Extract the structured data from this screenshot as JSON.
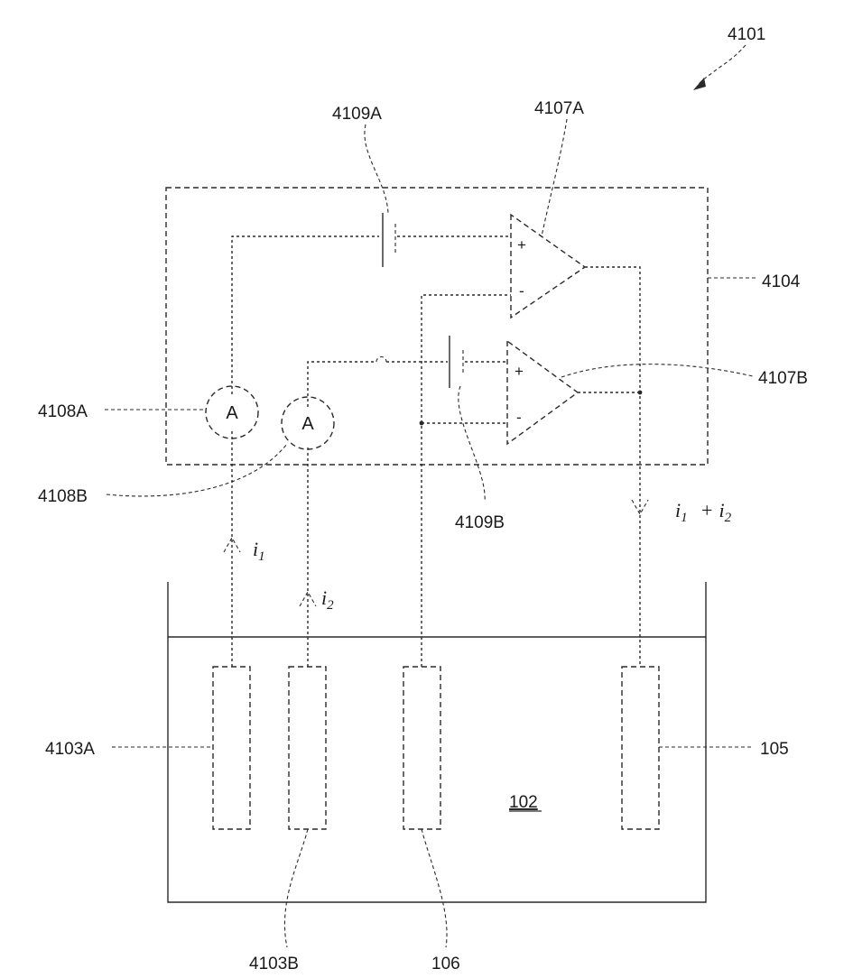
{
  "labels": {
    "device": "4101",
    "circuit_box": "4104",
    "opamp_a": "4107A",
    "opamp_b": "4107B",
    "ammeter_a": "4108A",
    "ammeter_b": "4108B",
    "capacitor_a": "4109A",
    "capacitor_b": "4109B",
    "electrode_a": "4103A",
    "electrode_b": "4103B",
    "electrode_106": "106",
    "electrode_105": "105",
    "solution": "102"
  },
  "symbols": {
    "ammeter": "A",
    "plus": "+",
    "minus": "-"
  },
  "currents": {
    "i1": "i",
    "i1_sub": "1",
    "i2": "i",
    "i2_sub": "2",
    "sum_a": "i",
    "sum_a_sub": "1",
    "sum_plus": "+",
    "sum_b": "i",
    "sum_b_sub": "2"
  }
}
